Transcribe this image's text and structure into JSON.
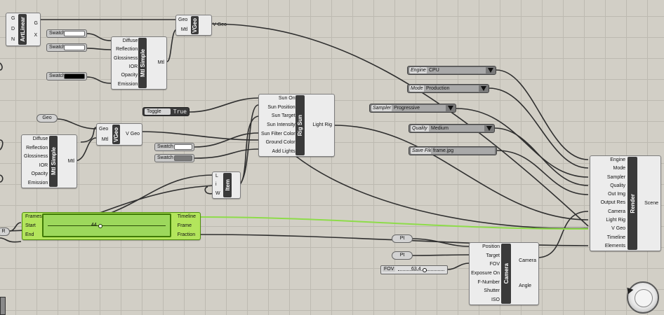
{
  "components": {
    "artlinear": {
      "title": "ArtLinear",
      "inputs": [
        "G",
        "D",
        "N"
      ],
      "outputs": [
        "G",
        "X"
      ]
    },
    "vgeo_top": {
      "title": "VGeo",
      "inputs": [
        "Geo",
        "Mtl"
      ],
      "outputs": [
        "V Geo"
      ]
    },
    "mtl_simple_top": {
      "title": "Mtl Simple",
      "inputs": [
        "Diffuse",
        "Reflection",
        "Glossiness",
        "IOR",
        "Opacity",
        "Emission"
      ],
      "outputs": [
        "Mtl"
      ]
    },
    "mtl_simple_left": {
      "title": "Mtl Simple",
      "inputs": [
        "Diffuse",
        "Reflection",
        "Glossiness",
        "IOR",
        "Opacity",
        "Emission"
      ],
      "outputs": [
        "Mtl"
      ]
    },
    "vgeo_mid": {
      "title": "VGeo",
      "inputs": [
        "Geo",
        "Mtl"
      ],
      "outputs": [
        "V Geo"
      ]
    },
    "rig_sun": {
      "title": "Rig Sun",
      "inputs": [
        "Sun On",
        "Sun Position",
        "Sun Target",
        "Sun Intensity",
        "Sun Filter Color",
        "Ground Color",
        "Add Lights"
      ],
      "outputs": [
        "Light Rig"
      ]
    },
    "item": {
      "title": "Item",
      "inputs": [
        "L",
        "i",
        "W"
      ],
      "outputs": [
        ""
      ]
    },
    "render": {
      "title": "Render",
      "inputs": [
        "Engine",
        "Mode",
        "Sampler",
        "Quality",
        "Out Img",
        "Output Res",
        "Camera",
        "Light Rig",
        "V Geo",
        "Timeline",
        "Elements"
      ],
      "outputs": [
        "Scene"
      ]
    },
    "camera": {
      "title": "Camera",
      "inputs": [
        "Position",
        "Target",
        "FOV",
        "Exposure On",
        "F-Number",
        "Shutter",
        "ISO"
      ],
      "outputs": [
        "Camera",
        "Angle"
      ]
    },
    "frames": {
      "inputs": [
        "Frames",
        "Start",
        "End"
      ],
      "outputs": [
        "Timeline",
        "Frame",
        "Fraction"
      ],
      "slider_value": "44"
    }
  },
  "swatches": [
    {
      "label": "Swatch",
      "color": "#ffffff"
    },
    {
      "label": "Swatch",
      "color": "#ffffff"
    },
    {
      "label": "Swatch",
      "color": "#000000"
    },
    {
      "label": "Swatch",
      "color": "#ffffff"
    },
    {
      "label": "Swatch",
      "color": "#7a7a7a"
    }
  ],
  "dropdowns": {
    "engine": {
      "label": "Engine",
      "value": "CPU"
    },
    "mode": {
      "label": "Mode",
      "value": "Production"
    },
    "sampler": {
      "label": "Sampler",
      "value": "Progressive"
    },
    "quality": {
      "label": "Quality",
      "value": "Medium"
    },
    "save_file": {
      "label": "Save File",
      "value": "frame.jpg"
    }
  },
  "toggle": {
    "label": "Toggle",
    "value": "True"
  },
  "params": {
    "geo": "Geo",
    "pt1": "Pt",
    "pt2": "Pt",
    "r": "R"
  },
  "fov_slider": {
    "label": "FOV",
    "value": "63.4"
  },
  "colors": {
    "canvas": "#d2cfc6",
    "wire": "#2f2f2f",
    "selected_wire": "#8edc4a",
    "selected": "#b3e55c"
  }
}
